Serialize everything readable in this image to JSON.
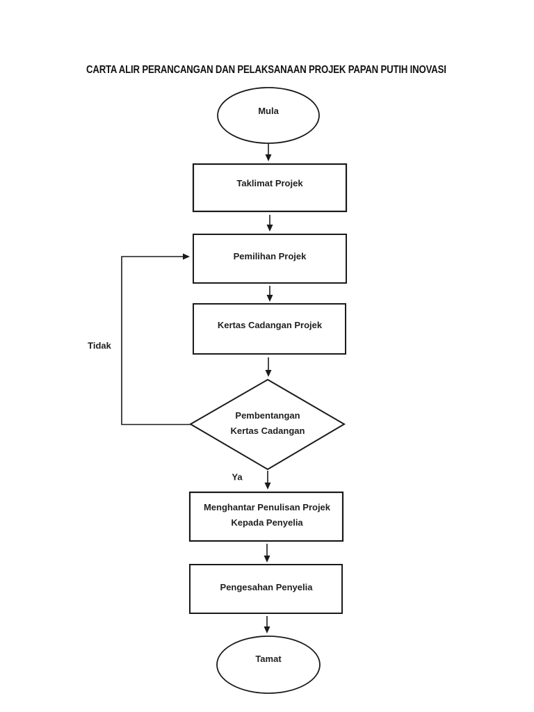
{
  "page": {
    "title": "CARTA ALIR PERANCANGAN DAN PELAKSANAAN PROJEK PAPAN PUTIH INOVASI",
    "background_color": "#ffffff",
    "line_color": "#1a1a1a",
    "text_color": "#1f1f1f"
  },
  "flowchart": {
    "nodes": [
      {
        "id": "start",
        "type": "ellipse",
        "label": "Mula"
      },
      {
        "id": "taklimat",
        "type": "process",
        "label": "Taklimat Projek"
      },
      {
        "id": "pemilihan",
        "type": "process",
        "label": "Pemilihan Projek"
      },
      {
        "id": "kertas",
        "type": "process",
        "label": "Kertas Cadangan Projek"
      },
      {
        "id": "pembentangan",
        "type": "decision",
        "line1": "Pembentangan",
        "line2": "Kertas Cadangan"
      },
      {
        "id": "menghantar",
        "type": "process",
        "line1": "Menghantar Penulisan Projek",
        "line2": "Kepada Penyelia"
      },
      {
        "id": "pengesahan",
        "type": "process",
        "label": "Pengesahan Penyelia"
      },
      {
        "id": "end",
        "type": "ellipse",
        "label": "Tamat"
      }
    ],
    "edge_labels": {
      "no": "Tidak",
      "yes": "Ya"
    }
  }
}
